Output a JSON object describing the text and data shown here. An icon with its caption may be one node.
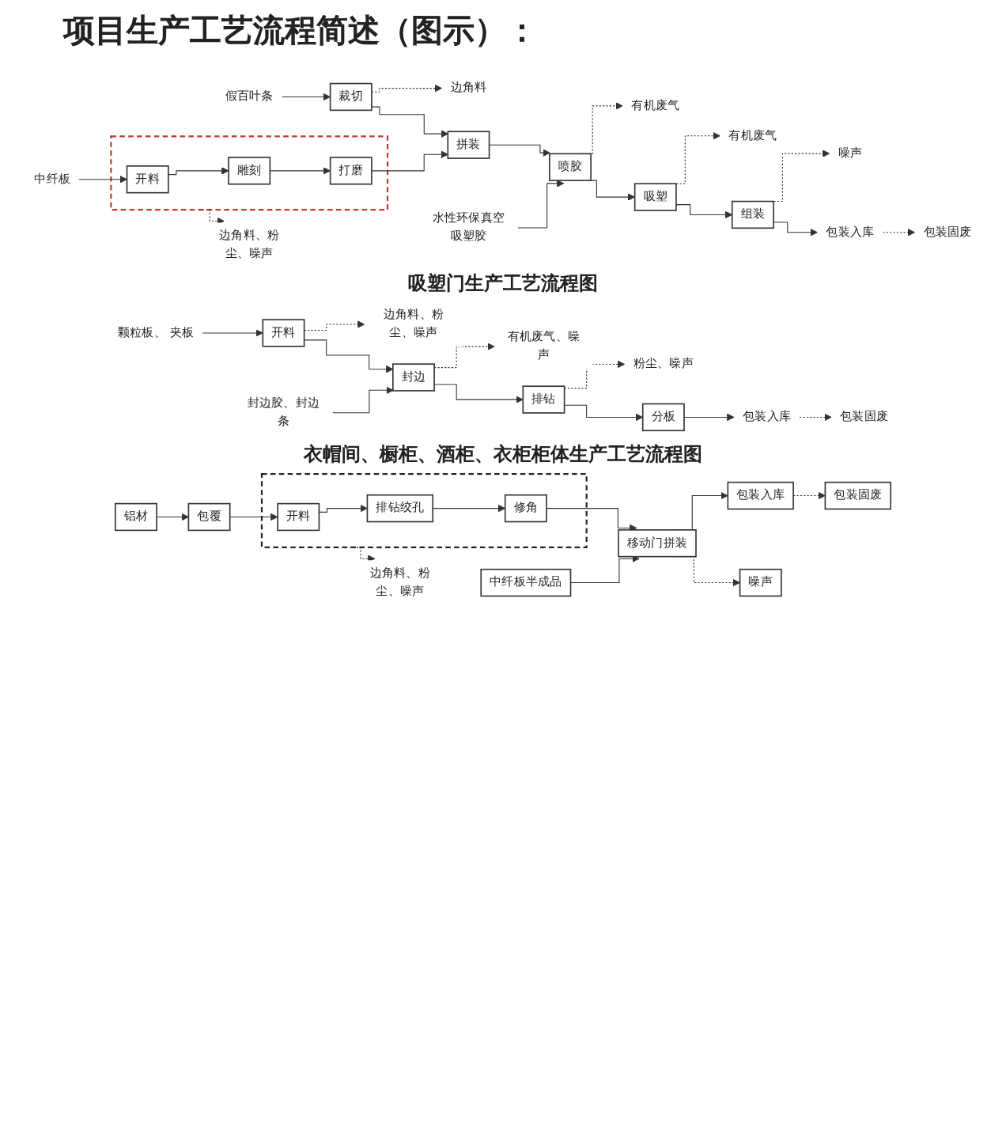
{
  "diagram": {
    "title": "项目生产工艺流程简述（图示）：",
    "nodes": [
      {
        "text": [
          "假百叶条"
        ]
      },
      {
        "text": [
          "裁切"
        ]
      },
      {
        "text": [
          "边角料"
        ]
      },
      {
        "text": [
          "中纤板"
        ]
      },
      {
        "text": [],
        "shape": "box"
      },
      {
        "text": [
          "开料"
        ],
        "in": 4
      },
      {
        "text": [
          "雕刻"
        ],
        "in": 4
      },
      {
        "text": [
          "打磨"
        ],
        "in": 4
      },
      {
        "text": [
          "边角料、粉尘、噪声"
        ]
      },
      {
        "text": [
          "拼装"
        ]
      },
      {
        "text": [
          "有机废气"
        ]
      },
      {
        "text": [
          "喷胶"
        ]
      },
      {
        "text": [
          "水性环保真空吸塑胶"
        ]
      },
      {
        "text": [
          "有机废气"
        ]
      },
      {
        "text": [
          "吸塑"
        ]
      },
      {
        "text": [
          "组装"
        ]
      },
      {
        "text": [
          "噪声"
        ]
      },
      {
        "text": [
          "包装入库"
        ]
      },
      {
        "text": [
          "包装固废"
        ]
      },
      {
        "text": [
          "颗粒板、 夹板"
        ]
      },
      {
        "text": [
          "边角料、粉尘、噪声"
        ]
      },
      {
        "text": [
          "开料"
        ]
      },
      {
        "text": [
          "有机废气、噪声"
        ]
      },
      {
        "text": [
          "封边"
        ]
      },
      {
        "text": [
          "封边胶、封边条"
        ]
      },
      {
        "text": [
          "粉尘、噪声"
        ]
      },
      {
        "text": [
          "排钻"
        ]
      },
      {
        "text": [
          "分板"
        ]
      },
      {
        "text": [
          "包装入库"
        ]
      },
      {
        "text": [
          "包装固废"
        ]
      },
      {
        "text": [
          "铝材"
        ]
      },
      {
        "text": [
          "包覆"
        ]
      },
      {
        "text": [],
        "shape": "box"
      },
      {
        "text": [
          "开料"
        ],
        "in": 32
      },
      {
        "text": [
          "排钻绞孔"
        ],
        "in": 32
      },
      {
        "text": [
          "修角"
        ],
        "in": 32
      },
      {
        "text": [
          "边角料、粉尘、噪声"
        ]
      },
      {
        "text": [
          "中纤板半成品"
        ]
      },
      {
        "text": [
          "移动门拼装"
        ]
      },
      {
        "text": [
          "包装入库"
        ]
      },
      {
        "text": [
          "噪声"
        ]
      },
      {
        "text": [
          "包装固废"
        ]
      }
    ],
    "edges": [
      {
        "from": 0,
        "to": 1,
        "arrow": "to"
      },
      {
        "from": 1,
        "to": 2,
        "arrow": "to",
        "style": "dashed"
      },
      {
        "from": 1,
        "to": 9,
        "arrow": "to"
      },
      {
        "from": 3,
        "to": 5,
        "arrow": "to"
      },
      {
        "from": 5,
        "to": 6,
        "arrow": "to"
      },
      {
        "from": 6,
        "to": 7,
        "arrow": "to"
      },
      {
        "from": 7,
        "to": 9,
        "arrow": "to"
      },
      {
        "from": 4,
        "to": 8,
        "arrow": "to",
        "style": "dashed"
      },
      {
        "from": 9,
        "to": 11,
        "arrow": "to"
      },
      {
        "from": 11,
        "to": 10,
        "arrow": "to",
        "style": "dashed"
      },
      {
        "from": 12,
        "to": 11,
        "arrow": "to"
      },
      {
        "from": 11,
        "to": 14,
        "arrow": "to"
      },
      {
        "from": 14,
        "to": 13,
        "arrow": "to",
        "style": "dashed"
      },
      {
        "from": 14,
        "to": 15,
        "arrow": "to"
      },
      {
        "from": 15,
        "to": 16,
        "arrow": "to",
        "style": "dashed"
      },
      {
        "from": 15,
        "to": 17,
        "arrow": "to"
      },
      {
        "from": 17,
        "to": 18,
        "arrow": "to",
        "style": "dashed"
      },
      {
        "from": 19,
        "to": 21,
        "arrow": "to"
      },
      {
        "from": 21,
        "to": 20,
        "arrow": "to",
        "style": "dashed"
      },
      {
        "from": 21,
        "to": 23,
        "arrow": "to"
      },
      {
        "from": 23,
        "to": 22,
        "arrow": "to",
        "style": "dashed"
      },
      {
        "from": 24,
        "to": 23,
        "arrow": "to"
      },
      {
        "from": 23,
        "to": 26,
        "arrow": "to"
      },
      {
        "from": 26,
        "to": 25,
        "arrow": "to",
        "style": "dashed"
      },
      {
        "from": 26,
        "to": 27,
        "arrow": "to"
      },
      {
        "from": 27,
        "to": 28,
        "arrow": "to"
      },
      {
        "from": 28,
        "to": 29,
        "arrow": "to",
        "style": "dashed"
      },
      {
        "from": 30,
        "to": 31,
        "arrow": "to"
      },
      {
        "from": 31,
        "to": 33,
        "arrow": "to"
      },
      {
        "from": 33,
        "to": 34,
        "arrow": "to"
      },
      {
        "from": 34,
        "to": 35,
        "arrow": "to"
      },
      {
        "from": 32,
        "to": 36,
        "arrow": "to",
        "style": "dashed"
      },
      {
        "from": 35,
        "to": 38,
        "arrow": "to"
      },
      {
        "from": 37,
        "to": 38,
        "arrow": "to"
      },
      {
        "from": 38,
        "to": 39,
        "arrow": "to"
      },
      {
        "from": 38,
        "to": 40,
        "arrow": "to",
        "style": "dashed"
      },
      {
        "from": 39,
        "to": 41,
        "arrow": "to",
        "style": "dashed"
      }
    ],
    "labels": [
      "吸塑门生产工艺流程图",
      "衣帽间、橱柜、酒柜、衣柜柜体生产工艺流程图"
    ]
  }
}
